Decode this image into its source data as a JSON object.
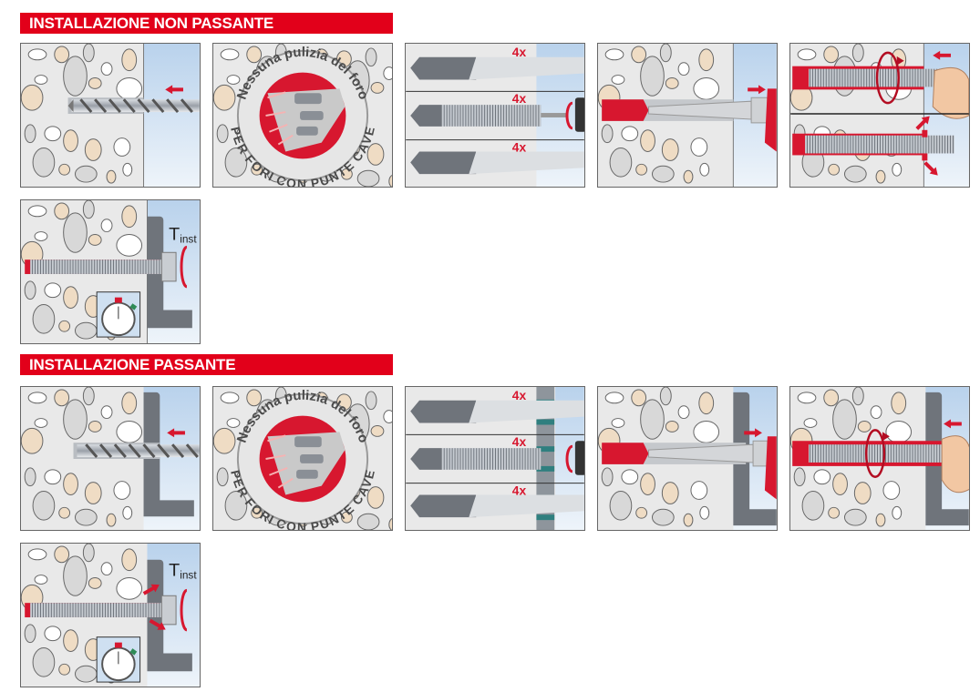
{
  "sections": [
    {
      "title": "INSTALLAZIONE NON PASSANTE",
      "steps": [
        {
          "id": 1,
          "icon": "drill-hole-icon",
          "description": "Drilling the hole, arrow pointing left"
        },
        {
          "id": 2,
          "icon": "no-cleaning-badge-icon",
          "badge_top": "Nessuna pulizia del foro",
          "badge_bottom": "PER FORI CON PUNTE CAVE"
        },
        {
          "id": 3,
          "icon": "clean-hole-icon",
          "repeat_labels": [
            "4x",
            "4x",
            "4x"
          ]
        },
        {
          "id": 4,
          "icon": "inject-mortar-icon",
          "description": "Inject mortar, arrow pointing right"
        },
        {
          "id": 5,
          "icon": "insert-rod-icon",
          "description": "Insert threaded rod with rotation; excess mortar appears"
        },
        {
          "id": 6,
          "icon": "tighten-torque-icon",
          "torque_label": "T",
          "torque_subscript": "inst"
        }
      ]
    },
    {
      "title": "INSTALLAZIONE PASSANTE",
      "steps": [
        {
          "id": 1,
          "icon": "drill-through-fixture-icon"
        },
        {
          "id": 2,
          "icon": "no-cleaning-badge-icon",
          "badge_top": "Nessuna pulizia del foro",
          "badge_bottom": "PER FORI CON PUNTE CAVE"
        },
        {
          "id": 3,
          "icon": "clean-hole-icon",
          "repeat_labels": [
            "4x",
            "4x",
            "4x"
          ]
        },
        {
          "id": 4,
          "icon": "inject-mortar-icon"
        },
        {
          "id": 5,
          "icon": "insert-rod-icon"
        },
        {
          "id": 6,
          "icon": "tighten-torque-icon",
          "torque_label": "T",
          "torque_subscript": "inst"
        }
      ]
    }
  ],
  "colors": {
    "header_red": "#e2001a",
    "accent_red": "#d7172f",
    "concrete": "#e8e8e8",
    "wall_blue": "#c9dcef",
    "steel": "#8a8f96"
  }
}
